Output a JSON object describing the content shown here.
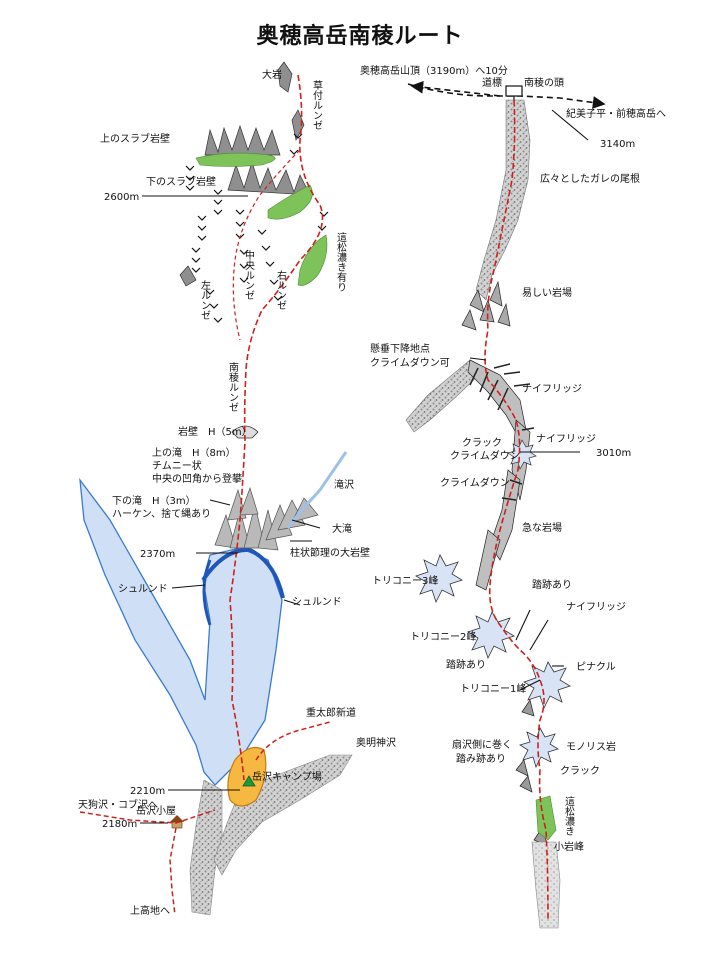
{
  "title": "奥穂高岳南稜ルート",
  "colors": {
    "route": "#d0201c",
    "rock": "#8a8a8a",
    "rock_light": "#c8c8c8",
    "vegetation": "#7dc35a",
    "glacier": "#cfe0f6",
    "glacier_edge": "#3a7ad0",
    "bergschrund": "#1f57b8",
    "camp": "#f5b841",
    "camp_edge": "#c77a12",
    "stream": "#9ec1ea"
  },
  "icons": {
    "camp": "green-triangle-icon",
    "hut": "hut-icon",
    "signpost": "signpost-icon",
    "tricouni": "star-burst-icon",
    "waterfall_marker": "chevron-down-icon"
  },
  "left_labels": {
    "big_rock": "大岩",
    "kusatsuki": "草付ルンゼ",
    "upper_slab": "上のスラブ岩壁",
    "lower_slab": "下のスラブ岩壁",
    "alt_2600": "2600m",
    "haimatsu_right": "這松濃き有り",
    "chuo": "中央ルンゼ",
    "migi": "右ルンゼ",
    "hidari": "左ルンゼ",
    "nanryo": "南稜ルンゼ",
    "rock_wall": "岩壁　H（5m）",
    "upper_fall_1": "上の滝　H（8m）",
    "upper_fall_2": "チムニー状",
    "upper_fall_3": "中央の凹角から登攀",
    "lower_fall_1": "下の滝　H（3m）",
    "lower_fall_2": "ハーケン、捨て縄あり",
    "takisawa": "滝沢",
    "otaki": "大滝",
    "columnar": "柱状節理の大岩壁",
    "alt_2370": "2370m",
    "schrund_left": "シュルンド",
    "schrund_right": "シュルンド",
    "jutaro": "重太郎新道",
    "okumyojin": "奥明神沢",
    "camp": "岳沢キャンプ場",
    "alt_2210": "2210m",
    "tengu": "天狗沢・コブ沢へ",
    "hut": "岳沢小屋",
    "alt_2180": "2180m",
    "kamikochi": "上高地へ"
  },
  "right_labels": {
    "summit": "奥穂高岳山頂（3190m）へ10分",
    "signpost_1": "道標",
    "signpost_2": "南稜の頭",
    "to_ridge": "紀美子平・前穂高岳へ",
    "alt_3140": "3140m",
    "wide_ridge": "広々としたガレの尾根",
    "easy_rock": "易しい岩場",
    "rappel_1": "懸垂下降地点",
    "rappel_2": "クライムダウン可",
    "knife_1": "ナイフリッジ",
    "knife_2": "ナイフリッジ",
    "crack_1": "クラック",
    "crack_2": "クライムダウン",
    "alt_3010": "3010m",
    "climbdown": "クライムダウン",
    "steep_rock": "急な岩場",
    "tricouni_3": "トリコニー3峰",
    "trace_1": "踏跡あり",
    "knife_3": "ナイフリッジ",
    "tricouni_2": "トリコニー2峰",
    "trace_2": "踏跡あり",
    "pinnacle": "ピナクル",
    "tricouni_1": "トリコニー1峰",
    "monolith": "モノリス岩",
    "ougi_1": "扇沢側に巻く",
    "ougi_2": "踏み跡あり",
    "crack_3": "クラック",
    "haimatsu": "這松濃き",
    "small_peak": "小岩峰"
  }
}
